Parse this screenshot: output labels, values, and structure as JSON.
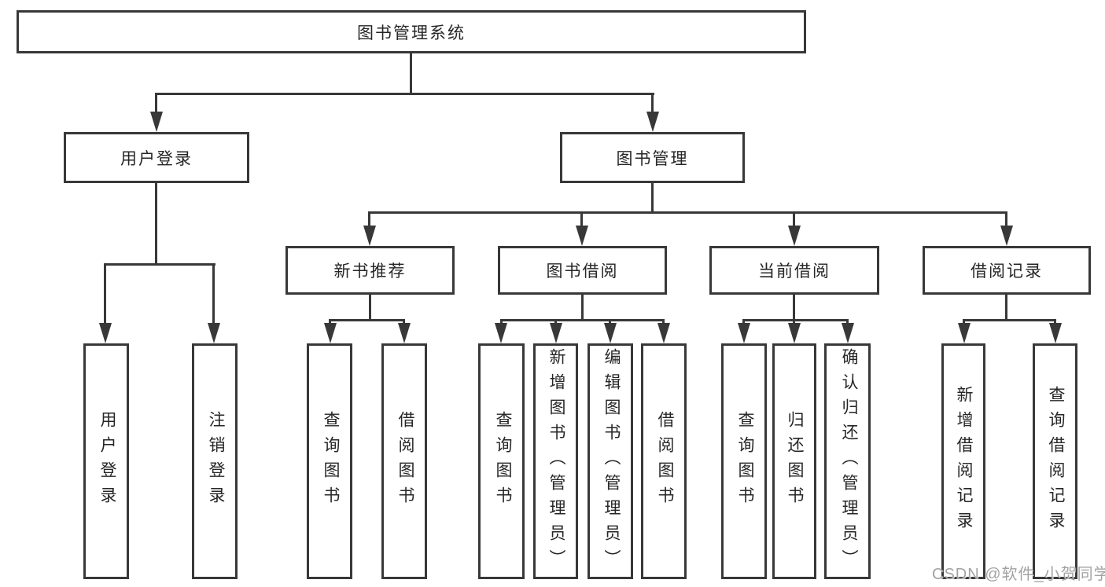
{
  "diagram": {
    "title": "图书管理系统",
    "line_color": "#383838",
    "box_background": "#ffffff",
    "text_color": "#262626",
    "level2": [
      "用户登录",
      "图书管理"
    ],
    "level3": [
      "新书推荐",
      "图书借阅",
      "当前借阅",
      "借阅记录"
    ],
    "leaves": {
      "user_login": [
        "用户登录",
        "注销登录"
      ],
      "new_book_recommend": [
        "查询图书",
        "借阅图书"
      ],
      "book_borrow": [
        "查询图书",
        "新增图书（管理员）",
        "编辑图书（管理员）",
        "借阅图书"
      ],
      "current_borrow": [
        "查询图书",
        "归还图书",
        "确认归还（管理员）"
      ],
      "borrow_records": [
        "新增借阅记录",
        "查询借阅记录"
      ]
    }
  },
  "watermark": "CSDN @软件_小贺同学"
}
